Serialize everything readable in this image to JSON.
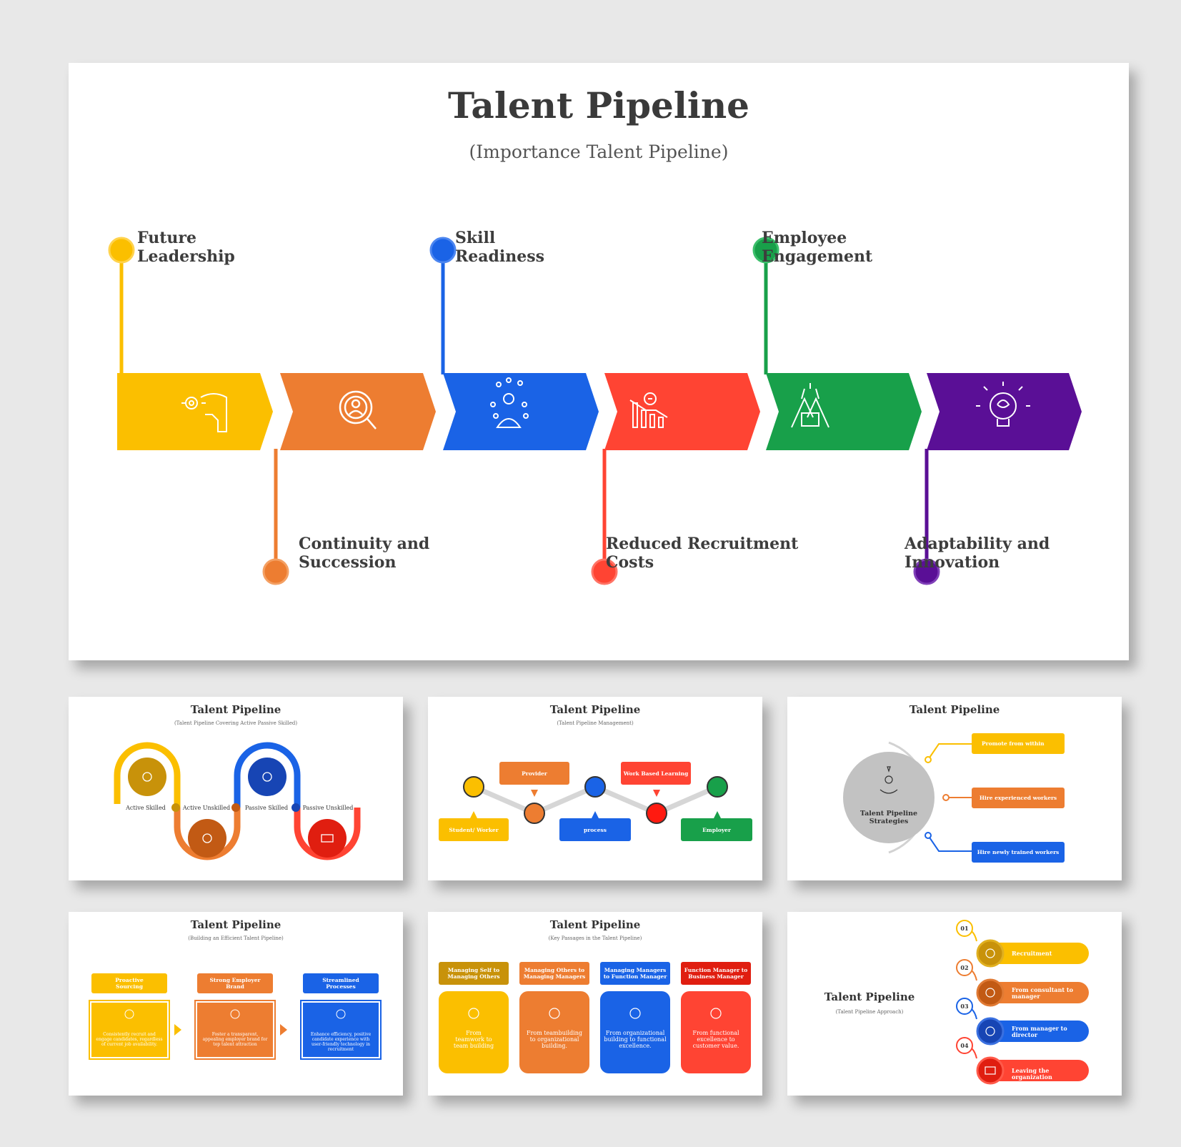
{
  "colors": {
    "yellow": "#fbbf00",
    "orange": "#ed7d31",
    "blue": "#1a63e6",
    "red": "#ff4433",
    "green": "#18a04a",
    "purple": "#5a0f96"
  },
  "main": {
    "title": "Talent Pipeline",
    "subtitle": "(Importance Talent Pipeline)",
    "items": [
      {
        "label": "Future\nLeadership",
        "icon": "binoculars-head-icon"
      },
      {
        "label": "Continuity and\nSuccession",
        "icon": "magnifier-person-icon"
      },
      {
        "label": "Skill\nReadiness",
        "icon": "network-person-icon"
      },
      {
        "label": "Reduced Recruitment\nCosts",
        "icon": "cost-decline-chart-icon"
      },
      {
        "label": "Employee\nEngagement",
        "icon": "high-five-briefcase-icon"
      },
      {
        "label": "Adaptability and\nInnovation",
        "icon": "brain-bulb-icon"
      }
    ]
  },
  "thumb1": {
    "title": "Talent Pipeline",
    "subtitle": "(Talent Pipeline Covering Active Passive Skilled)",
    "labels": [
      "Active Skilled",
      "Active Unskilled",
      "Passive Skilled",
      "Passive Unskilled"
    ]
  },
  "thumb2": {
    "title": "Talent Pipeline",
    "subtitle": "(Talent Pipeline Management)",
    "top": [
      "Provider",
      "Work Based Learning"
    ],
    "bottom": [
      "Student/ Worker",
      "process",
      "Employer"
    ]
  },
  "thumb3": {
    "title": "Talent Pipeline",
    "center": "Talent Pipeline\nStrategies",
    "items": [
      "Promote from within",
      "Hire experienced workers",
      "Hire newly trained workers"
    ]
  },
  "thumb4": {
    "title": "Talent Pipeline",
    "subtitle": "(Building an Efficient Talent Pipeline)",
    "headers": [
      "Proactive\nSourcing",
      "Strong Employer\nBrand",
      "Streamlined\nProcesses"
    ],
    "bodies": [
      "Consistently recruit and engage candidates, regardless of current job availability.",
      "Foster a transparent, appealing employer brand for top talent attraction",
      "Enhance efficiency, positive candidate experience with user-friendly technology in recruitment"
    ]
  },
  "thumb5": {
    "title": "Talent Pipeline",
    "subtitle": "(Key Passages in the Talent Pipeline)",
    "headers": [
      "Managing Self to\nManaging Others",
      "Managing Others to\nManaging Managers",
      "Managing Managers\nto Function Manager",
      "Function Manager to\nBusiness Manager"
    ],
    "bodies": [
      "From\nteamwork to\nteam building",
      "From teambuilding\nto organizational\nbuilding.",
      "From organizational\nbuilding to functional\nexcellence.",
      "From functional\nexcellence to\ncustomer value."
    ]
  },
  "thumb6": {
    "title": "Talent Pipeline",
    "subtitle": "(Talent Pipeline Approach)",
    "numbers": [
      "01",
      "02",
      "03",
      "04"
    ],
    "items": [
      "Recruitment",
      "From consultant to\nmanager",
      "From manager to\ndirector",
      "Leaving the organization"
    ]
  }
}
